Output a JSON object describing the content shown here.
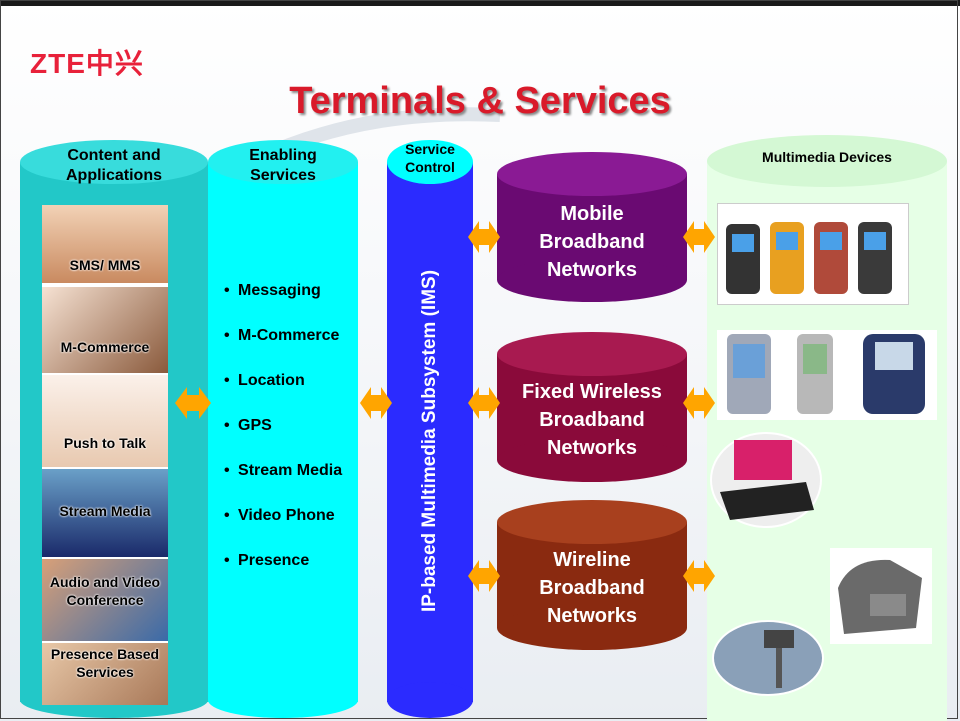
{
  "slide": {
    "logo": "ZTE中兴",
    "title": "Terminals & Services"
  },
  "columns": {
    "content": {
      "header_line1": "Content and",
      "header_line2": "Applications",
      "items": [
        "SMS/ MMS",
        "M-Commerce",
        "Push to Talk",
        "Stream Media",
        "Audio and Video Conference",
        "Presence Based Services"
      ]
    },
    "enabling": {
      "header_line1": "Enabling",
      "header_line2": "Services",
      "bullets": [
        "Messaging",
        "M-Commerce",
        "Location",
        "GPS",
        "Stream Media",
        "Video Phone",
        "Presence"
      ]
    },
    "service_control": {
      "header_line1": "Service",
      "header_line2": "Control",
      "vertical_label": "IP-based Multimedia Subsystem (IMS)"
    },
    "networks": [
      {
        "line1": "Mobile",
        "line2": "Broadband",
        "line3": "Networks"
      },
      {
        "line1": "Fixed Wireless",
        "line2": "Broadband",
        "line3": "Networks"
      },
      {
        "line1": "Wireline",
        "line2": "Broadband",
        "line3": "Networks"
      }
    ],
    "devices": {
      "header": "Multimedia Devices"
    }
  },
  "colors": {
    "cyan": "#00ffff",
    "teal": "#22c8c8",
    "blue": "#2b2bff",
    "mint": "#e6ffe6",
    "purple": "#6a0a72",
    "maroon": "#8a0a3a",
    "brown": "#8a2a10",
    "arrow": "#ffa500",
    "title_red": "#d91a2a"
  }
}
